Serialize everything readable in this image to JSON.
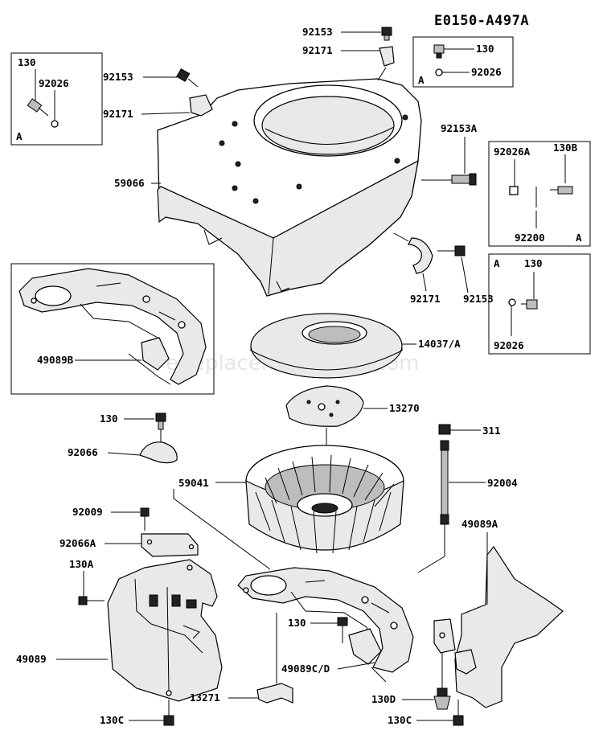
{
  "diagram_code": "E0150-A497A",
  "watermark": "eReplacementParts.com",
  "labels": {
    "p92153_top": "92153",
    "p92171_top": "92171",
    "p92153_left": "92153",
    "p92171_left": "92171",
    "p59066": "59066",
    "p92153a": "92153A",
    "p92153_right": "92153",
    "p92171_right": "92171",
    "p14037": "14037/A",
    "p49089b": "49089B",
    "p13270": "13270",
    "p130_mid": "130",
    "p92066": "92066",
    "p59041": "59041",
    "p311": "311",
    "p92004": "92004",
    "p92009": "92009",
    "p92066a": "92066A",
    "p130a": "130A",
    "p49089a": "49089A",
    "p130_lower": "130",
    "p49089": "49089",
    "p49089cd": "49089C/D",
    "p130d": "130D",
    "p13271": "13271",
    "p130c_left": "130C",
    "p130c_right": "130C"
  },
  "inset_a_left": {
    "item1": "130",
    "item2": "92026",
    "variant": "A"
  },
  "inset_a_top_right": {
    "item1": "130",
    "item2": "92026",
    "variant": "A"
  },
  "inset_right_mid": {
    "item1": "92026A",
    "item2": "130B",
    "item3": "92200",
    "variant": "A"
  },
  "inset_right_lower": {
    "variant": "A",
    "item1": "130",
    "item2": "92026"
  }
}
